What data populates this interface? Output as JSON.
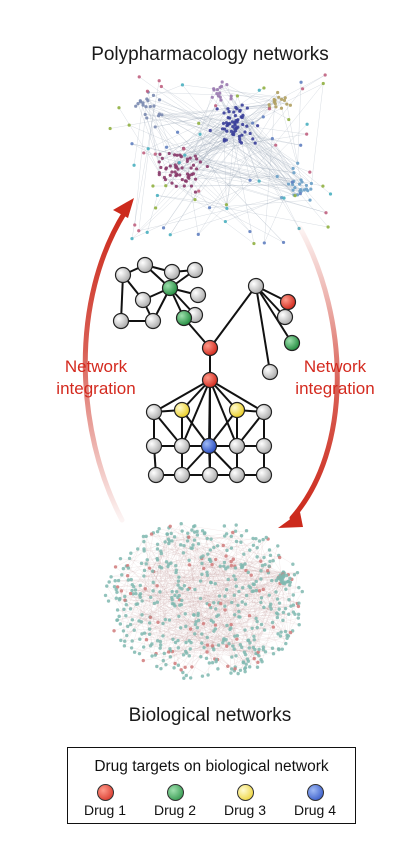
{
  "figure": {
    "top_title": "Polypharmacology networks",
    "bottom_title": "Biological networks",
    "left_label_line1": "Network",
    "left_label_line2": "integration",
    "right_label_line1": "Network",
    "right_label_line2": "integration"
  },
  "legend": {
    "title": "Drug targets on biological network",
    "items": [
      {
        "label": "Drug 1",
        "color": "#e0321e"
      },
      {
        "label": "Drug 2",
        "color": "#2e9a47"
      },
      {
        "label": "Drug 3",
        "color": "#f2d82a"
      },
      {
        "label": "Drug 4",
        "color": "#2f5fd0"
      }
    ]
  },
  "colors": {
    "arrow": "#cc2a1c",
    "node_gray": "#bdbdbd",
    "edge": "#111111"
  }
}
